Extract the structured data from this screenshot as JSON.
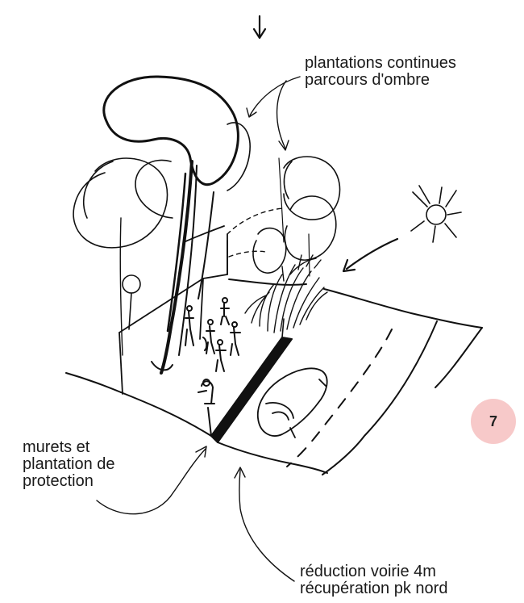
{
  "annotations": {
    "top_right": [
      "plantations continues",
      "parcours d'ombre"
    ],
    "bottom_left": [
      "murets et",
      "plantation de",
      "protection"
    ],
    "bottom_right": [
      "réduction voirie 4m",
      "récupération pk nord"
    ]
  },
  "page_badge": "7",
  "colors": {
    "ink": "#111111",
    "badge": "#f7c9c9"
  }
}
